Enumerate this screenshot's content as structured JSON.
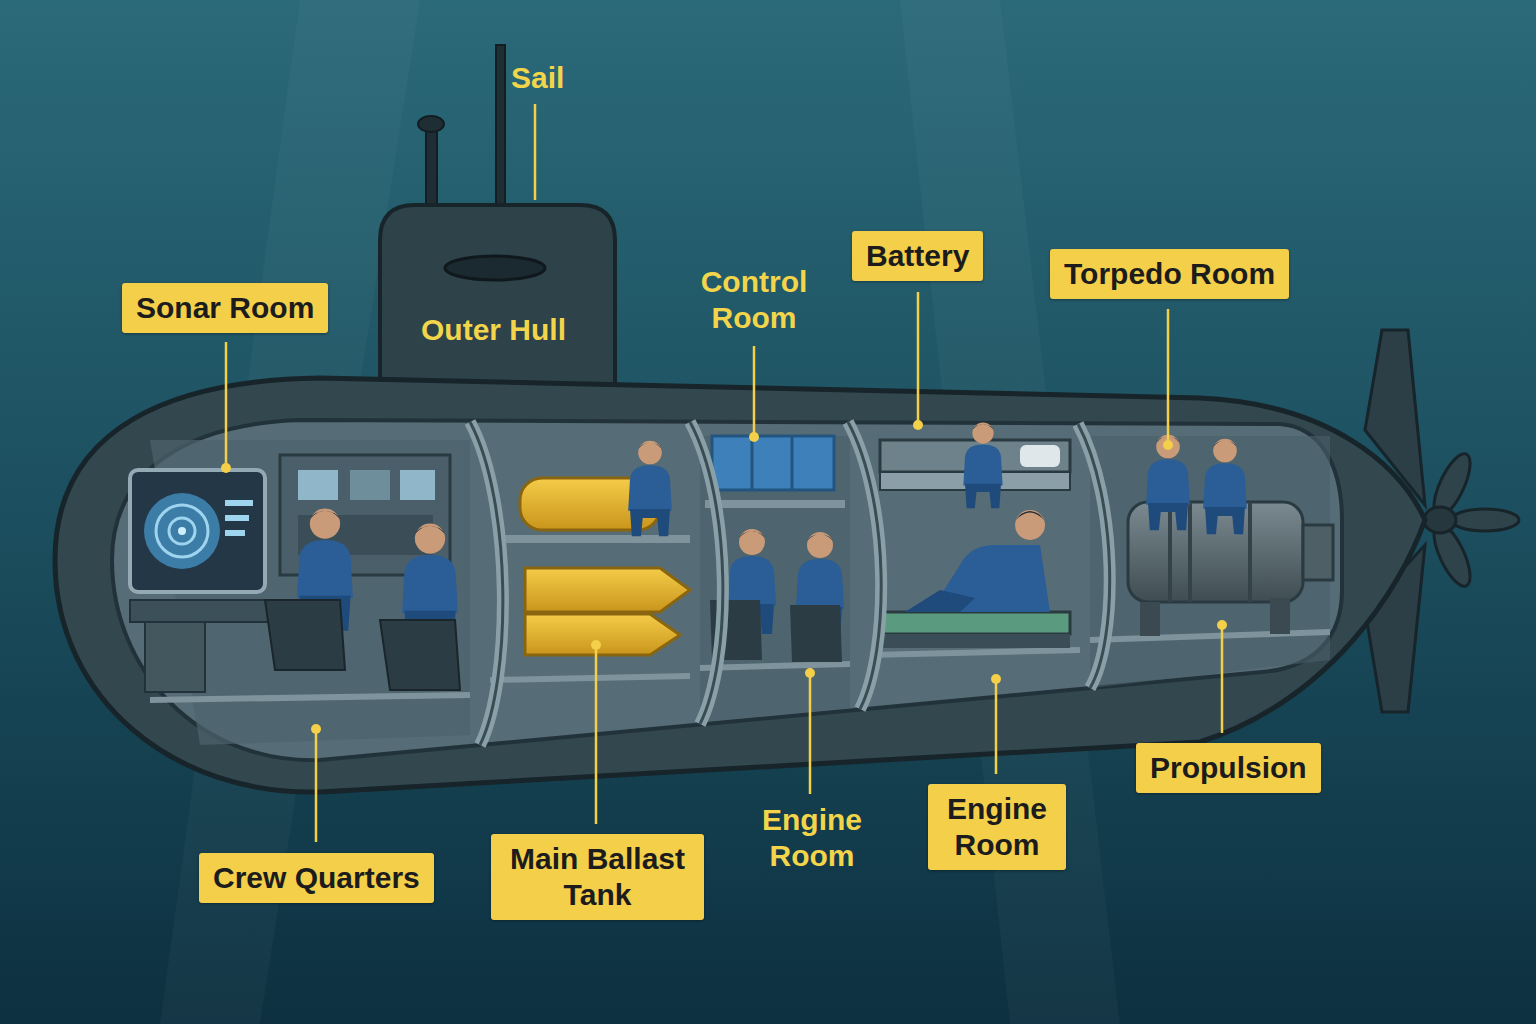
{
  "diagram": {
    "nodes": [
      {
        "text": [
          "Sonar Room"
        ]
      },
      {
        "text": [
          "Battery"
        ]
      },
      {
        "text": [
          "Torpedo Room"
        ]
      },
      {
        "text": [
          "Crew Quarters"
        ]
      },
      {
        "text": [
          "Main Ballast Tank"
        ]
      },
      {
        "text": [
          "Engine Room"
        ]
      },
      {
        "text": [
          "Propulsion"
        ]
      }
    ],
    "labels": [
      "Sail",
      "Outer Hull",
      "Control Room",
      "Engine Room"
    ]
  }
}
